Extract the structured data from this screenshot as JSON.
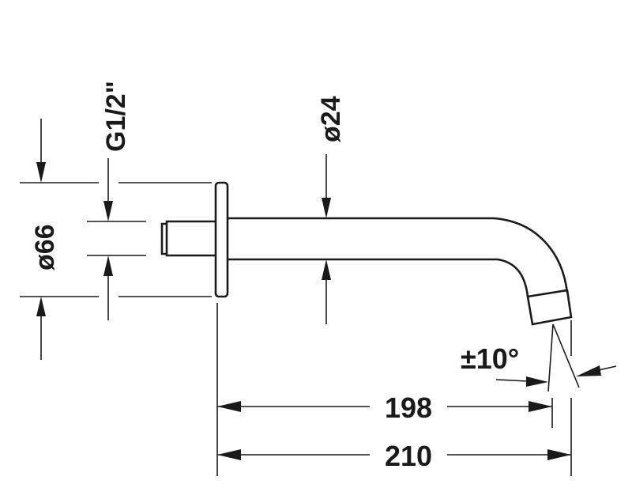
{
  "drawing": {
    "subject": "wall-mounted spout technical drawing",
    "dimensions": {
      "rosette_diameter": "ø66",
      "thread": "G1/2\"",
      "spout_diameter": "ø24",
      "swivel_angle": "±10°",
      "projection_to_outlet": "198",
      "overall_projection": "210"
    },
    "colors": {
      "line": "#1a1a1a",
      "background": "#ffffff"
    }
  }
}
